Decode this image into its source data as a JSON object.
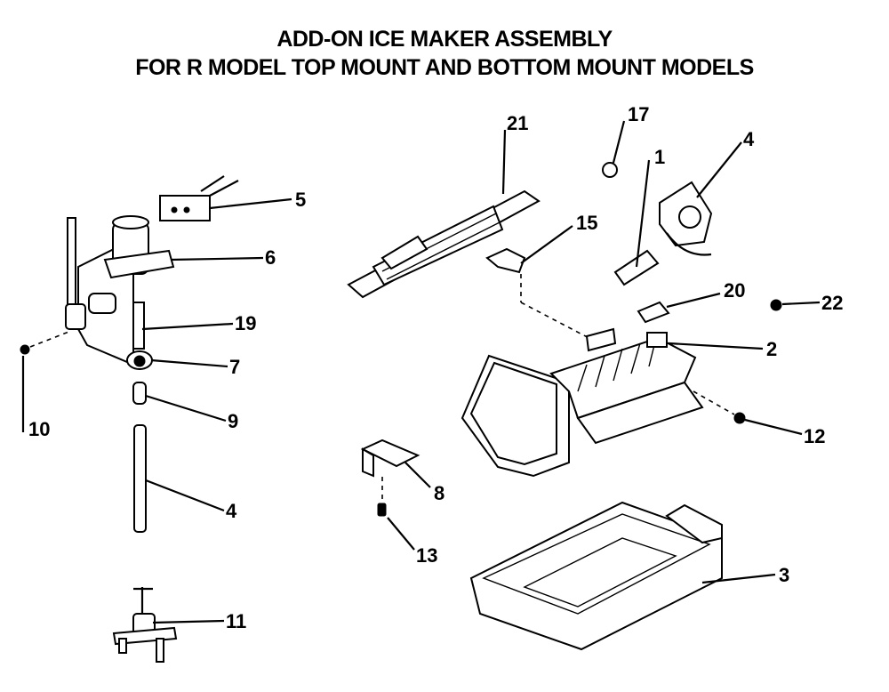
{
  "header": {
    "title": "ADD-ON ICE MAKER ASSEMBLY",
    "subtitle": "FOR R MODEL TOP MOUNT AND BOTTOM MOUNT MODELS"
  },
  "callouts": {
    "p1": "1",
    "p2": "2",
    "p3": "3",
    "p4a": "4",
    "p4b": "4",
    "p5": "5",
    "p6": "6",
    "p7": "7",
    "p8": "8",
    "p9": "9",
    "p10": "10",
    "p11": "11",
    "p12": "12",
    "p13": "13",
    "p15": "15",
    "p17": "17",
    "p19": "19",
    "p20": "20",
    "p21": "21",
    "p22": "22"
  }
}
